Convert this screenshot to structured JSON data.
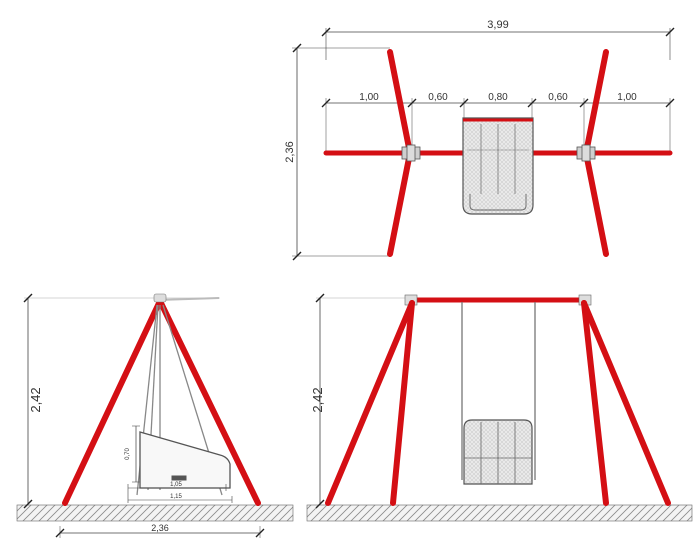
{
  "colors": {
    "frame": "#d40f14",
    "line": "#444444",
    "hatch_fill": "#f3f3f3"
  },
  "plan_view": {
    "total_width": "3,99",
    "depth": "2,36",
    "segments": [
      "1,00",
      "0,60",
      "0,80",
      "0,60",
      "1,00"
    ]
  },
  "side_view": {
    "height": "2,42",
    "base_width": "2,36",
    "seat_height": "0,70",
    "seat_depth_inner": "1,05",
    "seat_depth_outer": "1,15"
  },
  "front_view": {
    "height": "2,42"
  }
}
